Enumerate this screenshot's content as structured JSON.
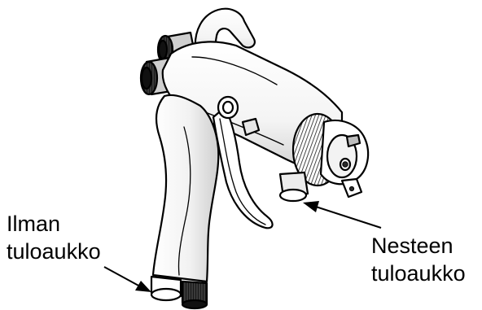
{
  "figure": {
    "subject_icon": "spray-gun-illustration",
    "callouts": {
      "air_inlet": {
        "line1": "Ilman",
        "line2": "tuloaukko"
      },
      "fluid_inlet": {
        "line1": "Nesteen",
        "line2": "tuloaukko"
      }
    },
    "colors": {
      "outline": "#000000",
      "body_fill": "#ffffff",
      "shade": "#d9d9d9",
      "dark": "#2a2a2a"
    }
  }
}
